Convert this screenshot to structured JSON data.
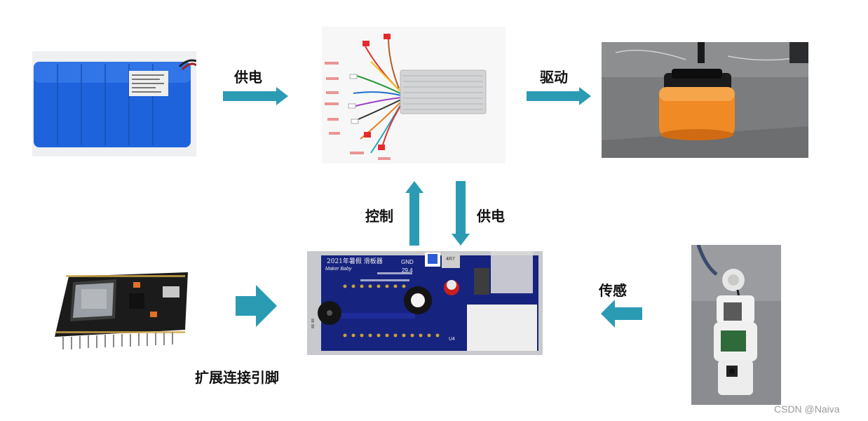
{
  "labels": {
    "power_supply_top": "供电",
    "drive": "驱动",
    "control": "控制",
    "power_supply_mid": "供电",
    "sensing": "传感",
    "extension_pins": "扩展连接引脚"
  },
  "pcb": {
    "title": "2021年暑假 滑板器",
    "brand": "Maker Baby",
    "gnd": "GND",
    "version": "29.4",
    "inductor": "4R7",
    "u4": "U4"
  },
  "watermark": "CSDN @Naiva",
  "colors": {
    "arrow": "#2b9bb4",
    "battery": "#1a5fd6",
    "pcb": "#16237f",
    "wheel": "#f08a24"
  }
}
